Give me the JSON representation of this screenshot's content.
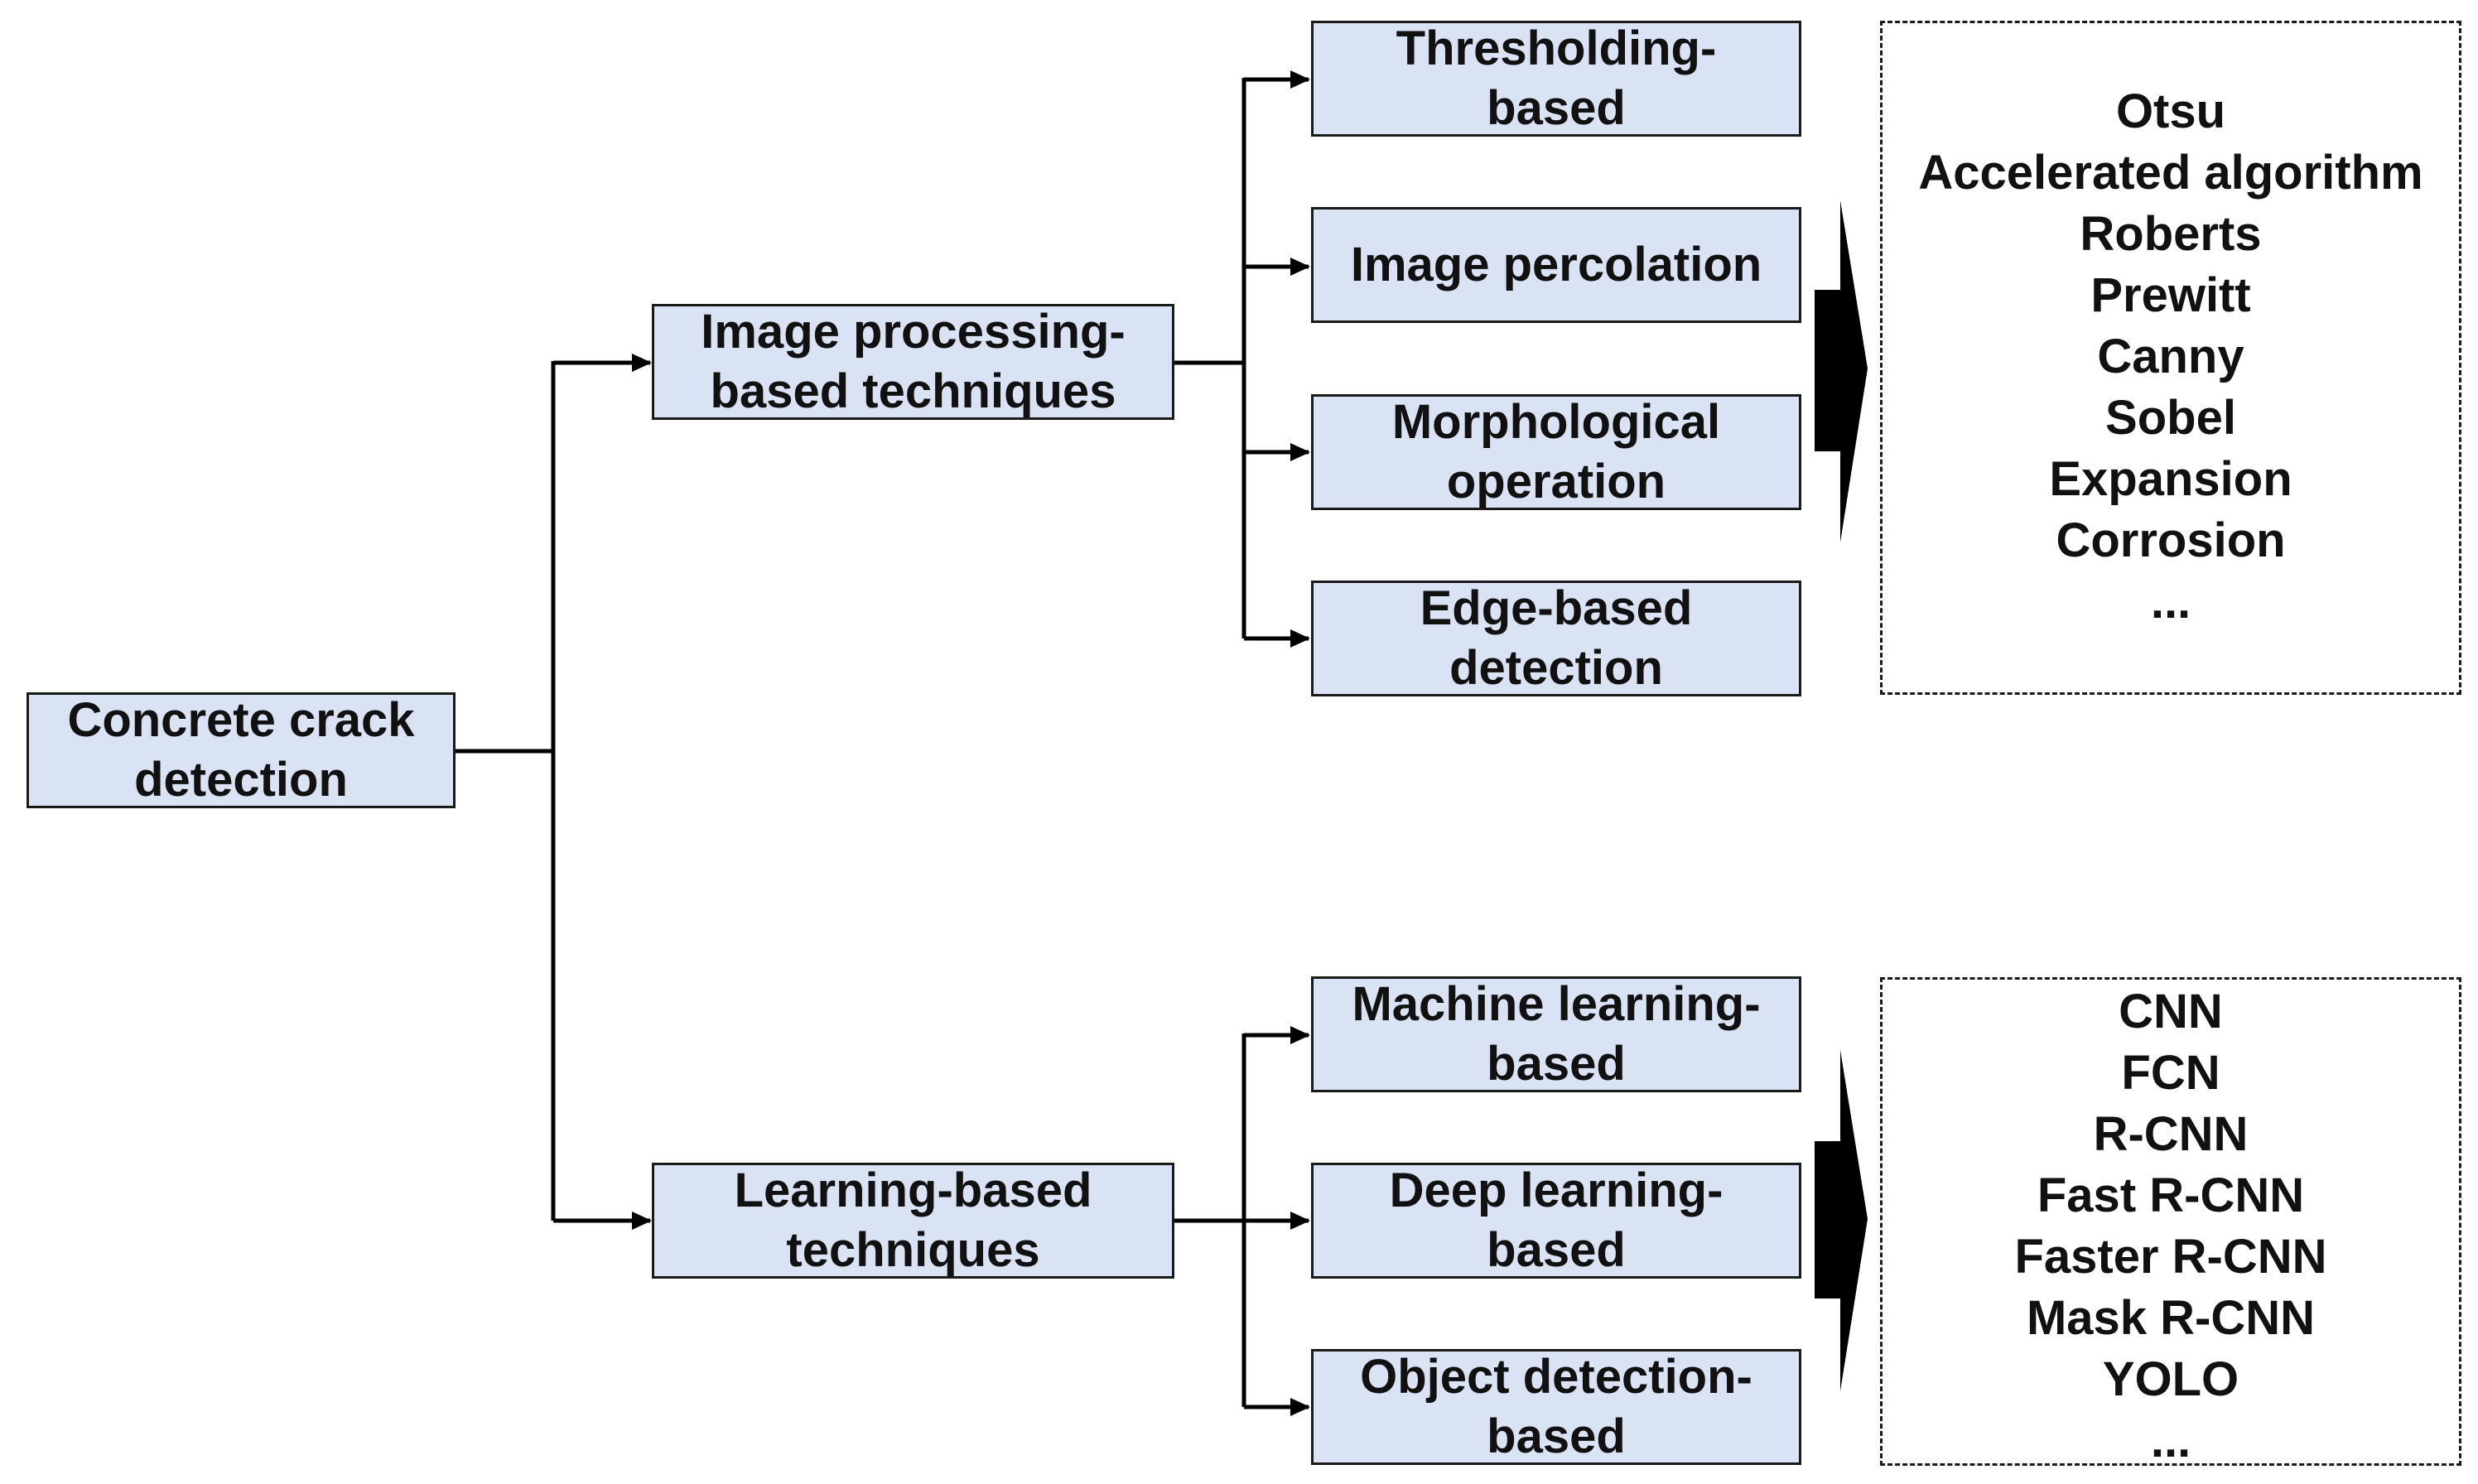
{
  "diagram": {
    "root": "Concrete crack\ndetection",
    "branches": [
      {
        "label": "Image processing-\nbased techniques",
        "methods": [
          "Thresholding-\nbased",
          "Image percolation",
          "Morphological\noperation",
          "Edge-based\ndetection"
        ],
        "examples": [
          "Otsu",
          "Accelerated algorithm",
          "Roberts",
          "Prewitt",
          "Canny",
          "Sobel",
          "Expansion",
          "Corrosion",
          "..."
        ]
      },
      {
        "label": "Learning-based\ntechniques",
        "methods": [
          "Machine learning-\nbased",
          "Deep learning-\nbased",
          "Object detection-\nbased"
        ],
        "examples": [
          "CNN",
          "FCN",
          "R-CNN",
          "Fast R-CNN",
          "Faster R-CNN",
          "Mask R-CNN",
          "YOLO",
          "..."
        ]
      }
    ]
  },
  "colors": {
    "box_fill": "#dae3f3",
    "line": "#000000"
  }
}
